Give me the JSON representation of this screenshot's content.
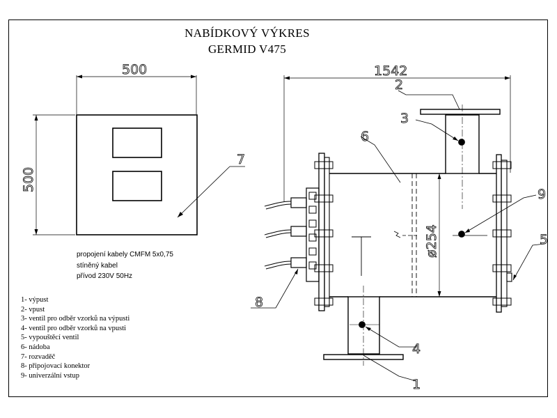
{
  "title": {
    "line1": "NABÍDKOVÝ VÝKRES",
    "line2": "GERMID V475"
  },
  "dimensions": {
    "width": "500",
    "height": "500",
    "length": "1542",
    "diameter": "ø254"
  },
  "callouts": [
    "1",
    "2",
    "3",
    "4",
    "5",
    "6",
    "7",
    "8",
    "9"
  ],
  "notes": [
    "propojení kabely CMFM 5x0,75",
    "stíněný kabel",
    "přívod 230V 50Hz"
  ],
  "legend": [
    "1- výpust",
    "2- vpust",
    "3- ventil pro odběr vzorků na výpusti",
    "4- ventil pro odběr vzorků na vpusti",
    "5- vypouštěcí ventil",
    "6- nádoba",
    "7- rozvaděč",
    "8- připojovací konektor",
    "9- univerzální vstup"
  ]
}
